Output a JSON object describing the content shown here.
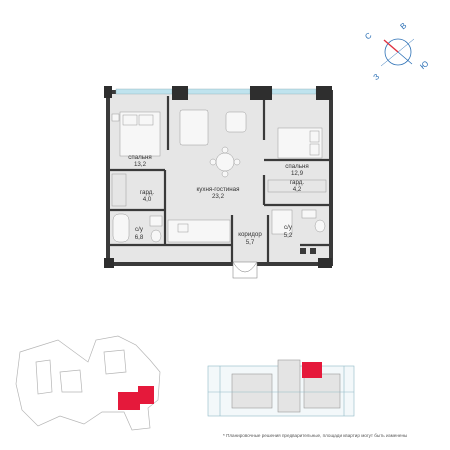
{
  "compass": {
    "north": "С",
    "east": "В",
    "south": "Ю",
    "west": "З",
    "accent_color": "#2a6fb5",
    "needle_color": "#e0313f"
  },
  "rooms": [
    {
      "id": "bedroom-1",
      "name": "спальня",
      "area": "13,2"
    },
    {
      "id": "wardrobe-1",
      "name": "гард.",
      "area": "4,0"
    },
    {
      "id": "kitchen-living",
      "name": "кухня-гостиная",
      "area": "23,2"
    },
    {
      "id": "bathroom-1",
      "name": "с/у",
      "area": "6,8"
    },
    {
      "id": "corridor",
      "name": "коридор",
      "area": "5,7"
    },
    {
      "id": "bedroom-2",
      "name": "спальня",
      "area": "12,9"
    },
    {
      "id": "wardrobe-2",
      "name": "гард.",
      "area": "4,2"
    },
    {
      "id": "bathroom-2",
      "name": "с/у",
      "area": "5,2"
    }
  ],
  "colors": {
    "wall": "#3a3a3a",
    "floor": "#e6e6e6",
    "window": "#bfe3ee",
    "highlight": "#e5193b"
  },
  "disclaimer": {
    "star": "*",
    "text": "Планировочные решения предварительные, площади квартир могут быть изменены"
  }
}
